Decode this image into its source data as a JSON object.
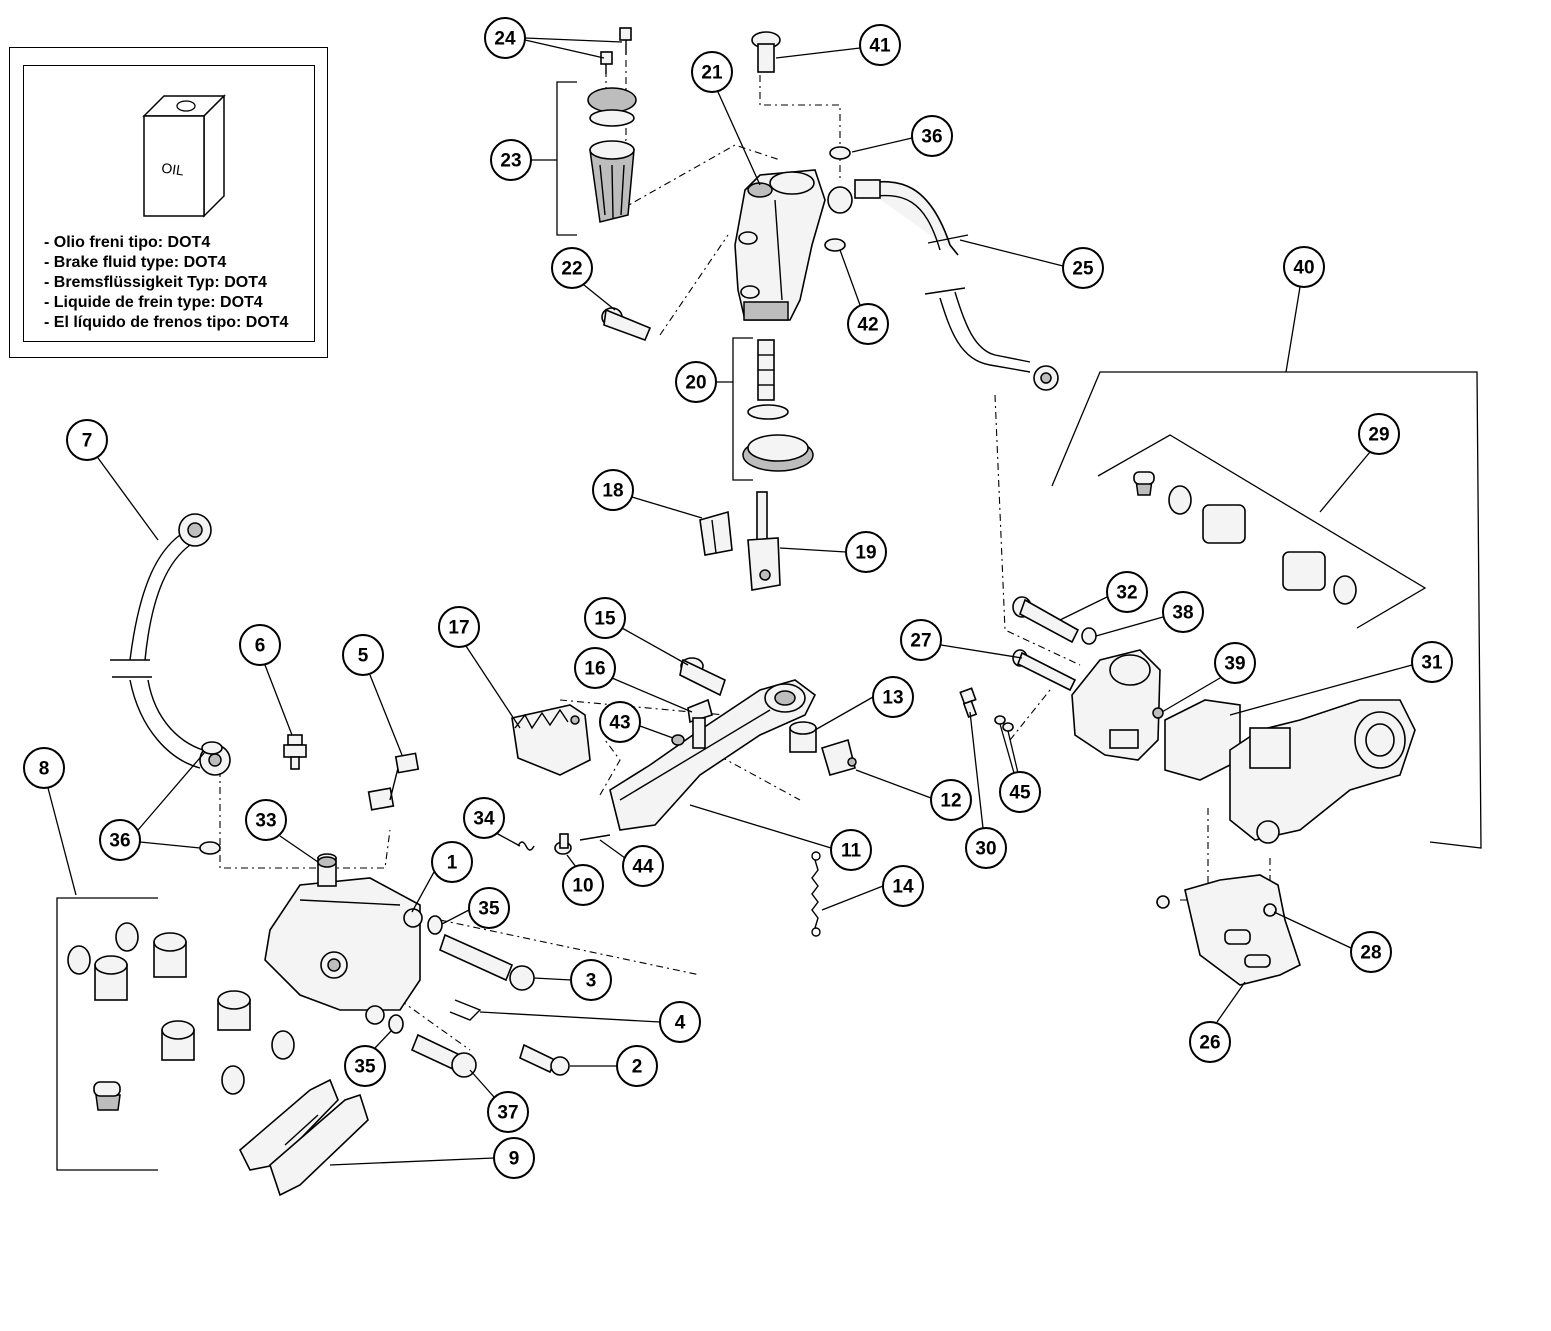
{
  "legend": {
    "can_label": "OIL",
    "lines": [
      "- Olio freni tipo: DOT4",
      "- Brake fluid type: DOT4",
      "- Bremsflüssigkeit Typ: DOT4",
      "- Liquide de frein type: DOT4",
      "- El líquido de frenos tipo: DOT4"
    ]
  },
  "callouts": [
    {
      "id": "c1",
      "label": "1"
    },
    {
      "id": "c2",
      "label": "2"
    },
    {
      "id": "c3",
      "label": "3"
    },
    {
      "id": "c4",
      "label": "4"
    },
    {
      "id": "c5",
      "label": "5"
    },
    {
      "id": "c6",
      "label": "6"
    },
    {
      "id": "c7",
      "label": "7"
    },
    {
      "id": "c8",
      "label": "8"
    },
    {
      "id": "c9",
      "label": "9"
    },
    {
      "id": "c10",
      "label": "10"
    },
    {
      "id": "c11",
      "label": "11"
    },
    {
      "id": "c12",
      "label": "12"
    },
    {
      "id": "c13",
      "label": "13"
    },
    {
      "id": "c14",
      "label": "14"
    },
    {
      "id": "c15",
      "label": "15"
    },
    {
      "id": "c16",
      "label": "16"
    },
    {
      "id": "c17",
      "label": "17"
    },
    {
      "id": "c18",
      "label": "18"
    },
    {
      "id": "c19",
      "label": "19"
    },
    {
      "id": "c20",
      "label": "20"
    },
    {
      "id": "c21",
      "label": "21"
    },
    {
      "id": "c22",
      "label": "22"
    },
    {
      "id": "c23",
      "label": "23"
    },
    {
      "id": "c24",
      "label": "24"
    },
    {
      "id": "c25",
      "label": "25"
    },
    {
      "id": "c26",
      "label": "26"
    },
    {
      "id": "c27",
      "label": "27"
    },
    {
      "id": "c28",
      "label": "28"
    },
    {
      "id": "c29",
      "label": "29"
    },
    {
      "id": "c30",
      "label": "30"
    },
    {
      "id": "c31",
      "label": "31"
    },
    {
      "id": "c32",
      "label": "32"
    },
    {
      "id": "c33",
      "label": "33"
    },
    {
      "id": "c34",
      "label": "34"
    },
    {
      "id": "c35a",
      "label": "35"
    },
    {
      "id": "c35b",
      "label": "35"
    },
    {
      "id": "c36a",
      "label": "36"
    },
    {
      "id": "c36b",
      "label": "36"
    },
    {
      "id": "c37",
      "label": "37"
    },
    {
      "id": "c38",
      "label": "38"
    },
    {
      "id": "c39",
      "label": "39"
    },
    {
      "id": "c40",
      "label": "40"
    },
    {
      "id": "c41",
      "label": "41"
    },
    {
      "id": "c42",
      "label": "42"
    },
    {
      "id": "c43",
      "label": "43"
    },
    {
      "id": "c44",
      "label": "44"
    },
    {
      "id": "c45",
      "label": "45"
    }
  ]
}
